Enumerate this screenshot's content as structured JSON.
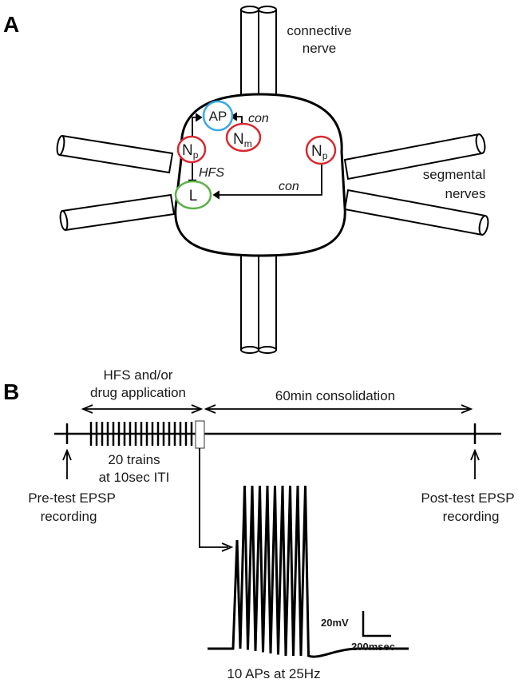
{
  "panel_a": {
    "label": "A",
    "connective_nerve": [
      "connective",
      "nerve"
    ],
    "segmental_nerves": [
      "segmental",
      "nerves"
    ],
    "neurons": {
      "ap": "AP",
      "nm": {
        "main": "N",
        "sub": "m"
      },
      "np_left": {
        "main": "N",
        "sub": "p"
      },
      "np_right": {
        "main": "N",
        "sub": "p"
      },
      "l": "L"
    },
    "connections": {
      "con_top": "con",
      "hfs": "HFS",
      "con_bottom": "con"
    },
    "colors": {
      "ap": "#3aa9e0",
      "n": "#d9282f",
      "l": "#5cb04a"
    }
  },
  "panel_b": {
    "label": "B",
    "hfs_drug": [
      "HFS and/or",
      "drug application"
    ],
    "consolidation": "60min consolidation",
    "trains": [
      "20 trains",
      "at 10sec ITI"
    ],
    "pre_test": [
      "Pre-test EPSP",
      "recording"
    ],
    "post_test": [
      "Post-test EPSP",
      "recording"
    ],
    "scale_voltage": "20mV",
    "scale_time": "200msec",
    "aps": "10 APs at 25Hz"
  }
}
